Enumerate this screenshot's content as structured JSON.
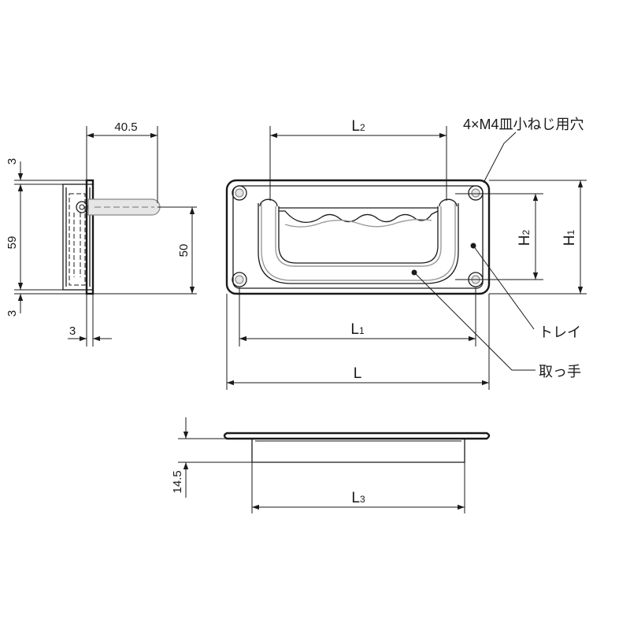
{
  "side_view": {
    "width_dim": "40.5",
    "top_flange_dim": "3",
    "height_dim": "59",
    "bottom_flange_dim": "3",
    "depth_dim": "50",
    "thickness_dim": "3"
  },
  "front_view": {
    "l2_main": "L",
    "l2_sub": "2",
    "h2_main": "H",
    "h2_sub": "2",
    "h1_main": "H",
    "h1_sub": "1",
    "l1_main": "L",
    "l1_sub": "1",
    "l_label": "L"
  },
  "bottom_view": {
    "height_dim": "14.5",
    "l3_main": "L",
    "l3_sub": "3"
  },
  "callouts": {
    "screw_holes": "4×M4皿小ねじ用穴",
    "tray": "トレイ",
    "handle": "取っ手"
  }
}
